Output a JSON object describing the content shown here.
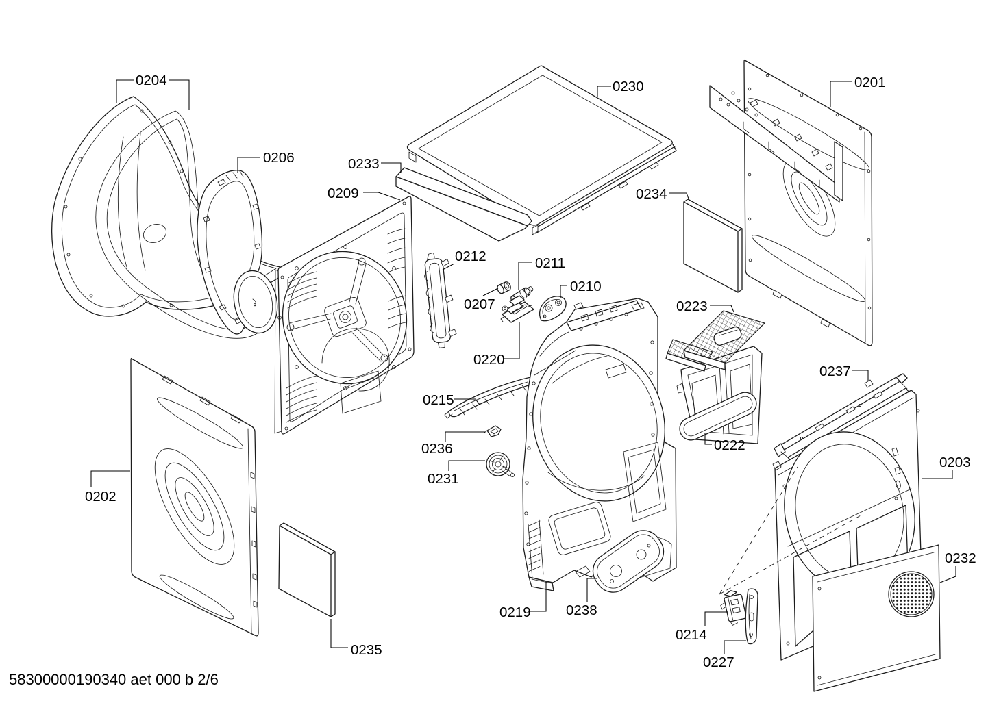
{
  "diagram": {
    "type": "exploded-parts-diagram",
    "background": "#ffffff",
    "line_color": "#1c1c1c",
    "label_color": "#000000",
    "footer": "58300000190340 aet 000 b 2/6",
    "callouts": {
      "0201": "0201",
      "0202": "0202",
      "0203": "0203",
      "0204": "0204",
      "0206": "0206",
      "0207": "0207",
      "0209": "0209",
      "0210": "0210",
      "0211": "0211",
      "0212": "0212",
      "0214": "0214",
      "0215": "0215",
      "0219": "0219",
      "0220": "0220",
      "0222": "0222",
      "0223": "0223",
      "0227": "0227",
      "0230": "0230",
      "0231": "0231",
      "0232": "0232",
      "0233": "0233",
      "0234": "0234",
      "0235": "0235",
      "0236": "0236",
      "0237": "0237",
      "0238": "0238"
    }
  }
}
